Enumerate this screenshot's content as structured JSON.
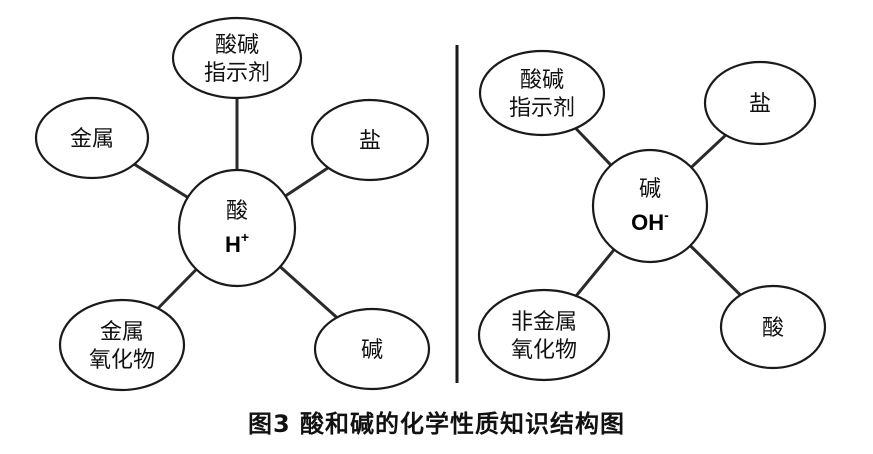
{
  "left": {
    "center": {
      "name": "酸",
      "formula": "H",
      "charge": "+"
    },
    "nodes": [
      {
        "id": "indicator",
        "lines": [
          "酸碱",
          "指示剂"
        ]
      },
      {
        "id": "metal",
        "lines": [
          "金属"
        ]
      },
      {
        "id": "salt",
        "lines": [
          "盐"
        ]
      },
      {
        "id": "metal-oxide",
        "lines": [
          "金属",
          "氧化物"
        ]
      },
      {
        "id": "base",
        "lines": [
          "碱"
        ]
      }
    ]
  },
  "right": {
    "center": {
      "name": "碱",
      "formula": "OH",
      "charge": "-"
    },
    "nodes": [
      {
        "id": "indicator",
        "lines": [
          "酸碱",
          "指示剂"
        ]
      },
      {
        "id": "salt",
        "lines": [
          "盐"
        ]
      },
      {
        "id": "nonmetal-oxide",
        "lines": [
          "非金属",
          "氧化物"
        ]
      },
      {
        "id": "acid",
        "lines": [
          "酸"
        ]
      }
    ]
  },
  "caption": "图3 酸和碱的化学性质知识结构图"
}
